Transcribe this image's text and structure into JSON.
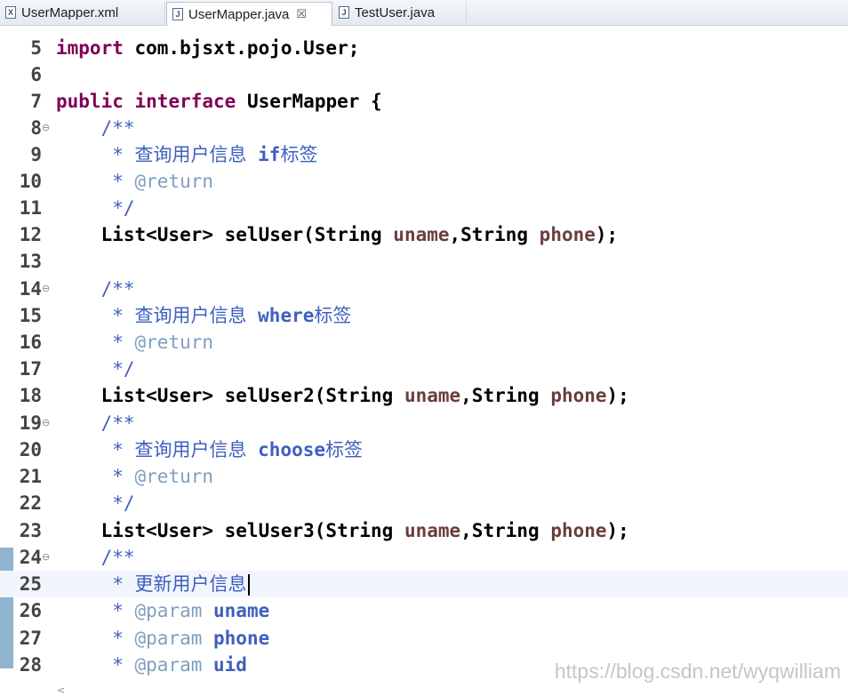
{
  "tabs": [
    {
      "label": "UserMapper.xml",
      "icon": "xml-file-icon",
      "active": false
    },
    {
      "label": "UserMapper.java",
      "icon": "java-file-icon",
      "active": true,
      "close": "☒"
    },
    {
      "label": "TestUser.java",
      "icon": "java-file-icon",
      "active": false
    }
  ],
  "lines": [
    {
      "n": "5",
      "fold": false
    },
    {
      "n": "6",
      "fold": false
    },
    {
      "n": "7",
      "fold": false
    },
    {
      "n": "8",
      "fold": true
    },
    {
      "n": "9",
      "fold": false
    },
    {
      "n": "10",
      "fold": false
    },
    {
      "n": "11",
      "fold": false
    },
    {
      "n": "12",
      "fold": false
    },
    {
      "n": "13",
      "fold": false
    },
    {
      "n": "14",
      "fold": true
    },
    {
      "n": "15",
      "fold": false
    },
    {
      "n": "16",
      "fold": false
    },
    {
      "n": "17",
      "fold": false
    },
    {
      "n": "18",
      "fold": false
    },
    {
      "n": "19",
      "fold": true
    },
    {
      "n": "20",
      "fold": false
    },
    {
      "n": "21",
      "fold": false
    },
    {
      "n": "22",
      "fold": false
    },
    {
      "n": "23",
      "fold": false
    },
    {
      "n": "24",
      "fold": true
    },
    {
      "n": "25",
      "fold": false
    },
    {
      "n": "26",
      "fold": false
    },
    {
      "n": "27",
      "fold": false
    },
    {
      "n": "28",
      "fold": false
    }
  ],
  "code": {
    "l5": {
      "kw": "import",
      "rest": " com.bjsxt.pojo.User;"
    },
    "l7": {
      "kw1": "public",
      "kw2": "interface",
      "rest": " UserMapper {"
    },
    "l8": "    /**",
    "l9": {
      "star": "     * 查询用户信息 ",
      "strong": "if",
      "tail": "标签"
    },
    "l10": {
      "star": "     * ",
      "tag": "@return"
    },
    "l11": "     */",
    "l12": {
      "a": "    List<User> selUser(String ",
      "v1": "uname",
      "b": ",String ",
      "v2": "phone",
      "c": ");"
    },
    "l14": "    /**",
    "l15": {
      "star": "     * 查询用户信息 ",
      "strong": "where",
      "tail": "标签"
    },
    "l16": {
      "star": "     * ",
      "tag": "@return"
    },
    "l17": "     */",
    "l18": {
      "a": "    List<User> selUser2(String ",
      "v1": "uname",
      "b": ",String ",
      "v2": "phone",
      "c": ");"
    },
    "l19": "    /**",
    "l20": {
      "star": "     * 查询用户信息 ",
      "strong": "choose",
      "tail": "标签"
    },
    "l21": {
      "star": "     * ",
      "tag": "@return"
    },
    "l22": "     */",
    "l23": {
      "a": "    List<User> selUser3(String ",
      "v1": "uname",
      "b": ",String ",
      "v2": "phone",
      "c": ");"
    },
    "l24": "    /**",
    "l25": "     * 更新用户信息",
    "l26": {
      "star": "     * ",
      "tag": "@param",
      "param": " uname"
    },
    "l27": {
      "star": "     * ",
      "tag": "@param",
      "param": " phone"
    },
    "l28": {
      "star": "     * ",
      "tag": "@param",
      "param": " uid"
    }
  },
  "scroll_arrow": "<",
  "watermark": "https://blog.csdn.net/wyqwilliam",
  "colors": {
    "keyword": "#7f0055",
    "javadoc": "#3f5fbf",
    "javadoc_tag": "#7f9fbf",
    "parameter": "#6a3e3e",
    "change_bar": "#8fb5cf"
  }
}
